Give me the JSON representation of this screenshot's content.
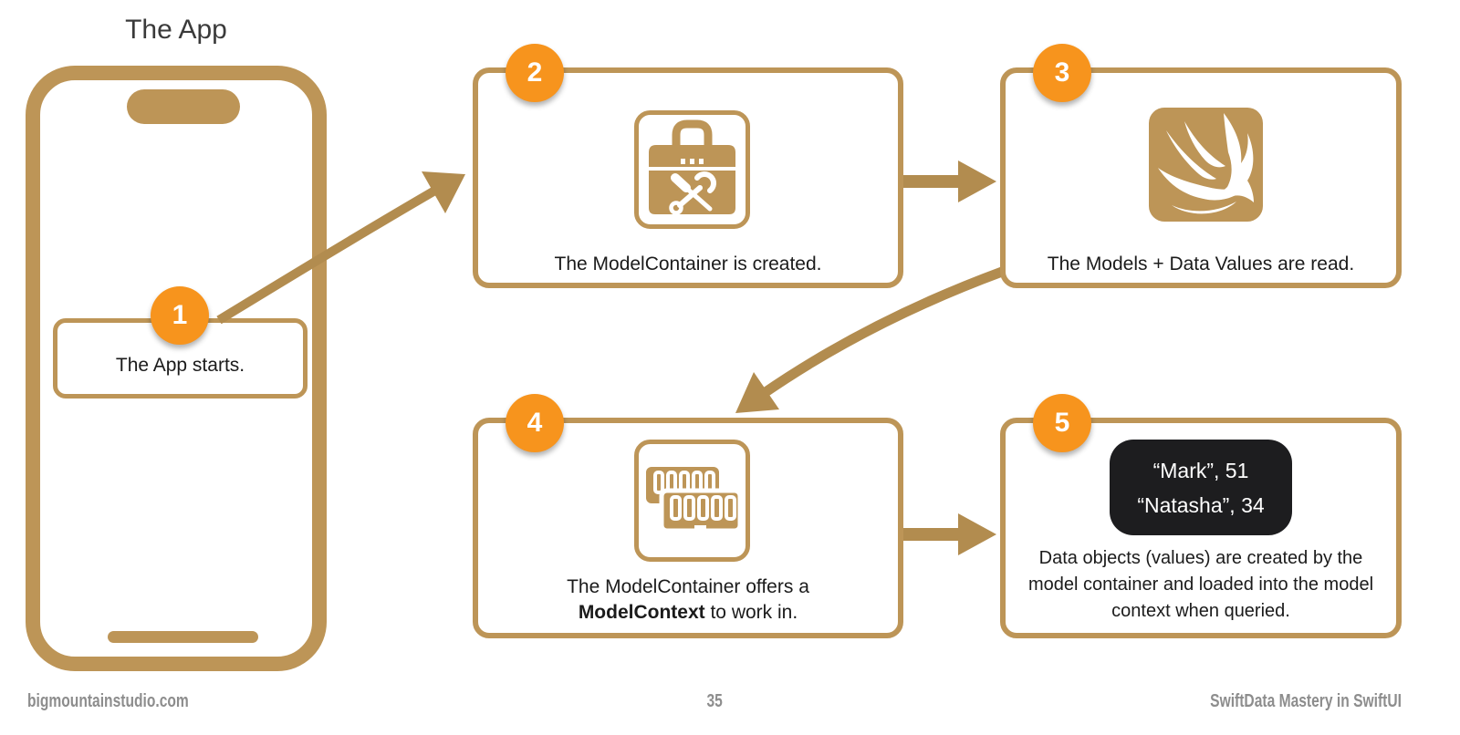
{
  "colors": {
    "tan": "#BD9557",
    "arrow_tan": "#B28C4F",
    "badge_orange": "#F7941D",
    "dark_box": "#1D1D1F",
    "text": "#1B1B1B",
    "footer_gray": "#8D8D8D"
  },
  "phone": {
    "title": "The App",
    "badge": "1",
    "caption": "The App starts.",
    "icons": [
      "iphone-frame",
      "dynamic-island",
      "home-indicator"
    ]
  },
  "step2": {
    "badge": "2",
    "icon": "toolbox-icon",
    "caption": "The ModelContainer is created."
  },
  "step3": {
    "badge": "3",
    "icon": "swift-logo-icon",
    "caption": "The Models + Data Values are read."
  },
  "step4": {
    "badge": "4",
    "icon": "ram-memory-icon",
    "caption_line1": "The ModelContainer offers a",
    "caption_bold": "ModelContext",
    "caption_rest": " to work in."
  },
  "step5": {
    "badge": "5",
    "value_line1": "“Mark”, 51",
    "value_line2": "“Natasha”, 34",
    "caption_line1": "Data objects (values) are created by the",
    "caption_line2": "model container and loaded into the model",
    "caption_line3": "context when queried."
  },
  "arrows": [
    "step1-to-step2",
    "step2-to-step3",
    "step3-to-step4",
    "step4-to-step5"
  ],
  "footer": {
    "site": "bigmountainstudio.com",
    "page_number": "35",
    "book_title": "SwiftData Mastery in SwiftUI"
  }
}
